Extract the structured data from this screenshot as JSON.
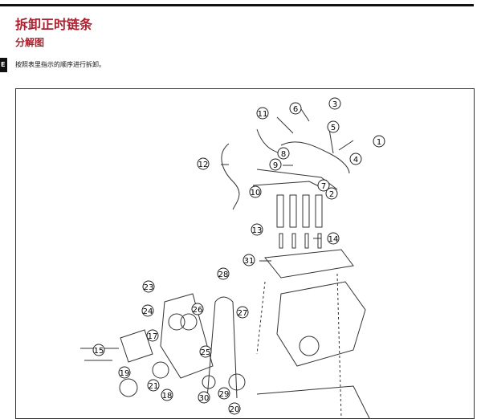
{
  "page": {
    "title": "拆卸正时链条",
    "subtitle": "分解图",
    "side_tab": "E",
    "instruction": "按照表里指示的顺序进行拆卸。"
  },
  "figure": {
    "callouts": [
      "1",
      "2",
      "3",
      "4",
      "5",
      "6",
      "7",
      "8",
      "9",
      "10",
      "11",
      "12",
      "13",
      "14",
      "15",
      "17",
      "18",
      "19",
      "20",
      "21",
      "23",
      "24",
      "25",
      "26",
      "27",
      "28",
      "29",
      "30",
      "31"
    ]
  }
}
